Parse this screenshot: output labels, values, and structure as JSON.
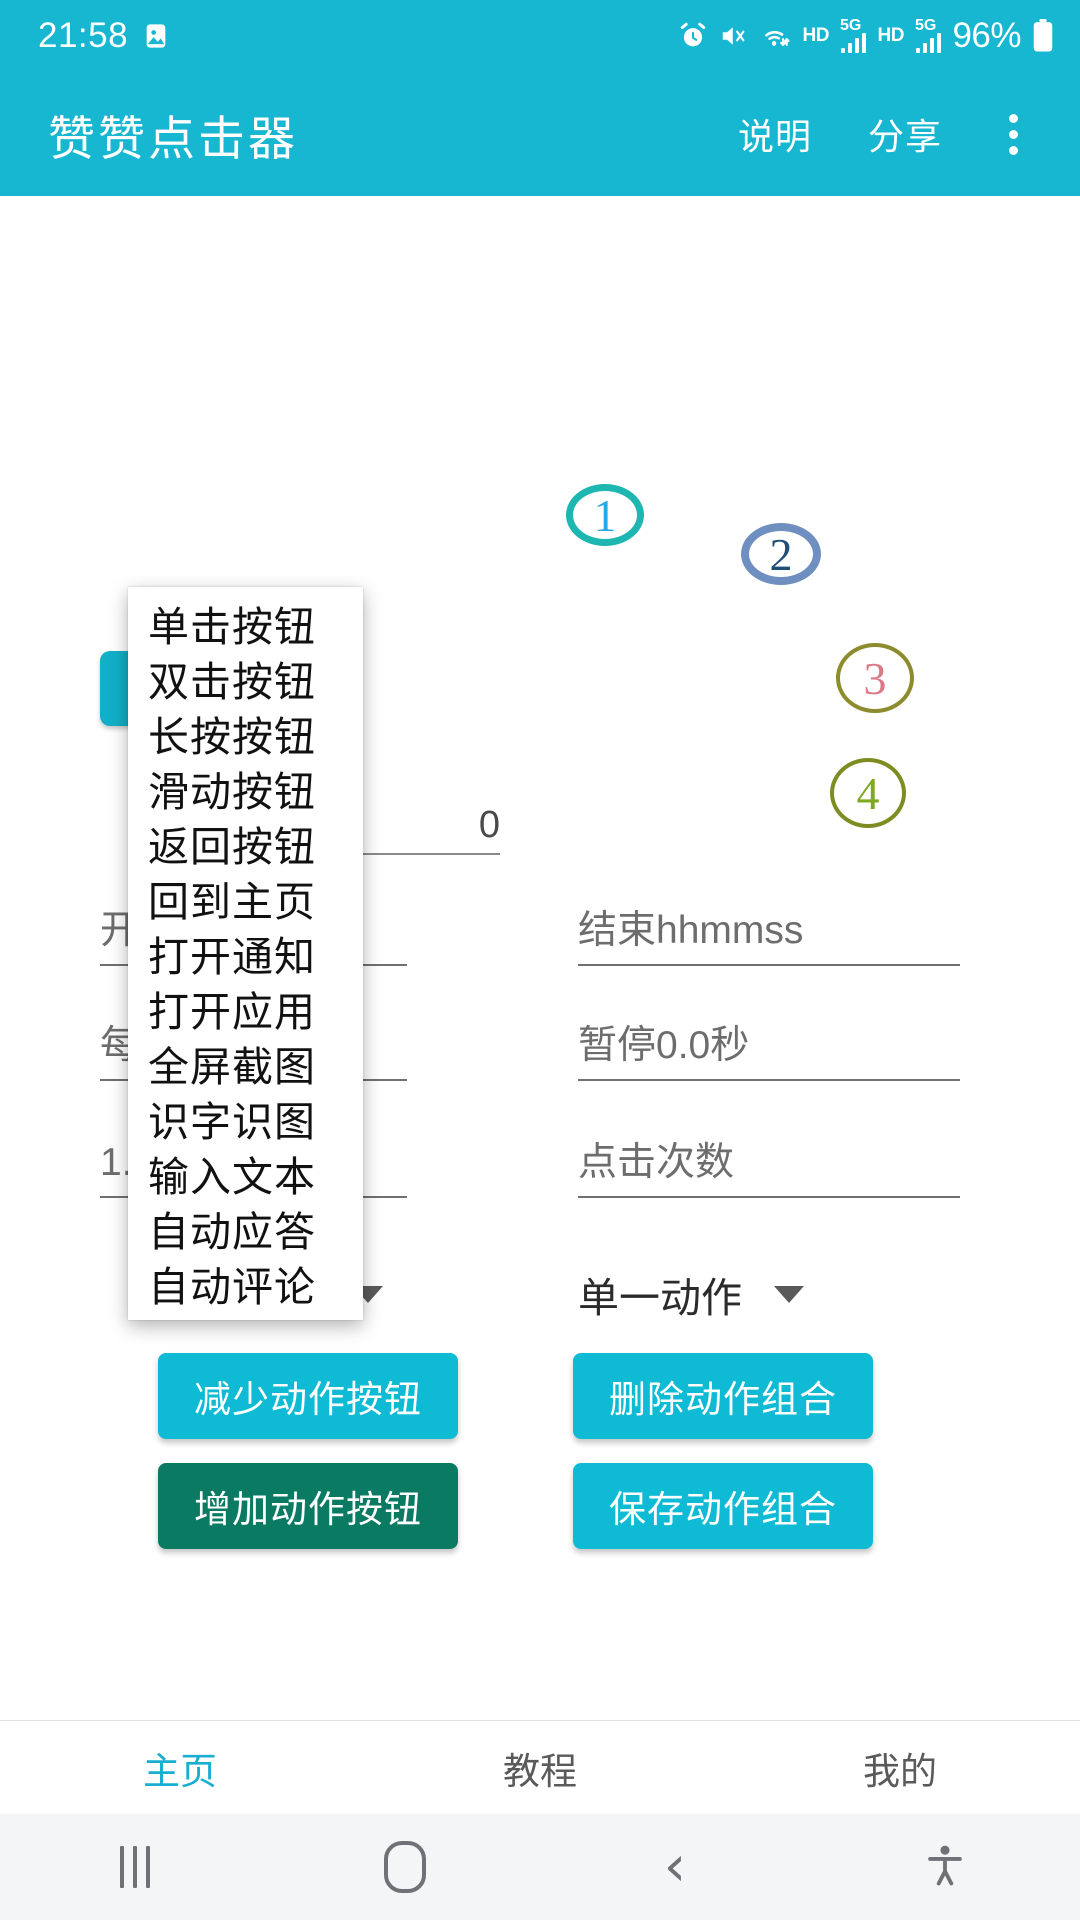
{
  "status_bar": {
    "time": "21:58",
    "battery_percent": "96%",
    "icons": [
      "image-icon",
      "alarm-icon",
      "mute-vibrate-icon",
      "wifi-icon",
      "hd-icon",
      "5g-signal-icon",
      "hd-icon",
      "5g-signal-icon",
      "battery-icon"
    ],
    "network_label_hd": "HD",
    "network_label_5g": "5G",
    "accent_color": "#17B6D1"
  },
  "app_bar": {
    "title": "赞赞点击器",
    "instructions_label": "说明",
    "share_label": "分享",
    "overflow_icon": "three-dots-vertical-icon"
  },
  "targets": [
    {
      "number": "1",
      "ring_color": "#1EB6B0",
      "text_color": "#28A8E0"
    },
    {
      "number": "2",
      "ring_color": "#6E8FBF",
      "text_color": "#1F4E79"
    },
    {
      "number": "3",
      "ring_color": "#8C8C2E",
      "text_color": "#DB7A86"
    },
    {
      "number": "4",
      "ring_color": "#7E8C22",
      "text_color": "#7FA821"
    }
  ],
  "form": {
    "start_button_label": "",
    "count_value": "0",
    "start_time_placeholder": "开始hhmmss",
    "end_time_placeholder": "结束hhmmss",
    "interval_placeholder": "每隔0.0秒",
    "pause_placeholder": "暂停0.0秒",
    "speed_placeholder": "1.0倍速",
    "clicks_placeholder": "点击次数"
  },
  "spinners": {
    "action_type_selected": "滑动按钮",
    "action_mode_selected": "单一动作",
    "caret_icon": "chevron-down-icon"
  },
  "dropdown": {
    "open": true,
    "items": [
      "单击按钮",
      "双击按钮",
      "长按按钮",
      "滑动按钮",
      "返回按钮",
      "回到主页",
      "打开通知",
      "打开应用",
      "全屏截图",
      "识字识图",
      "输入文本",
      "自动应答",
      "自动评论"
    ]
  },
  "action_buttons": {
    "decrease_label": "减少动作按钮",
    "delete_combo_label": "删除动作组合",
    "increase_label": "增加动作按钮",
    "save_combo_label": "保存动作组合",
    "primary_color": "#0FBBD4",
    "increase_color": "#0B7A63"
  },
  "bottom_nav": {
    "active_index": 0,
    "active_color": "#1AAFD0",
    "tabs": [
      {
        "label": "主页"
      },
      {
        "label": "教程"
      },
      {
        "label": "我的"
      }
    ]
  },
  "system_nav": {
    "recents_icon": "recents-icon",
    "home_icon": "home-icon",
    "back_icon": "back-chevron-icon",
    "accessibility_icon": "accessibility-icon",
    "back_glyph": "‹"
  }
}
